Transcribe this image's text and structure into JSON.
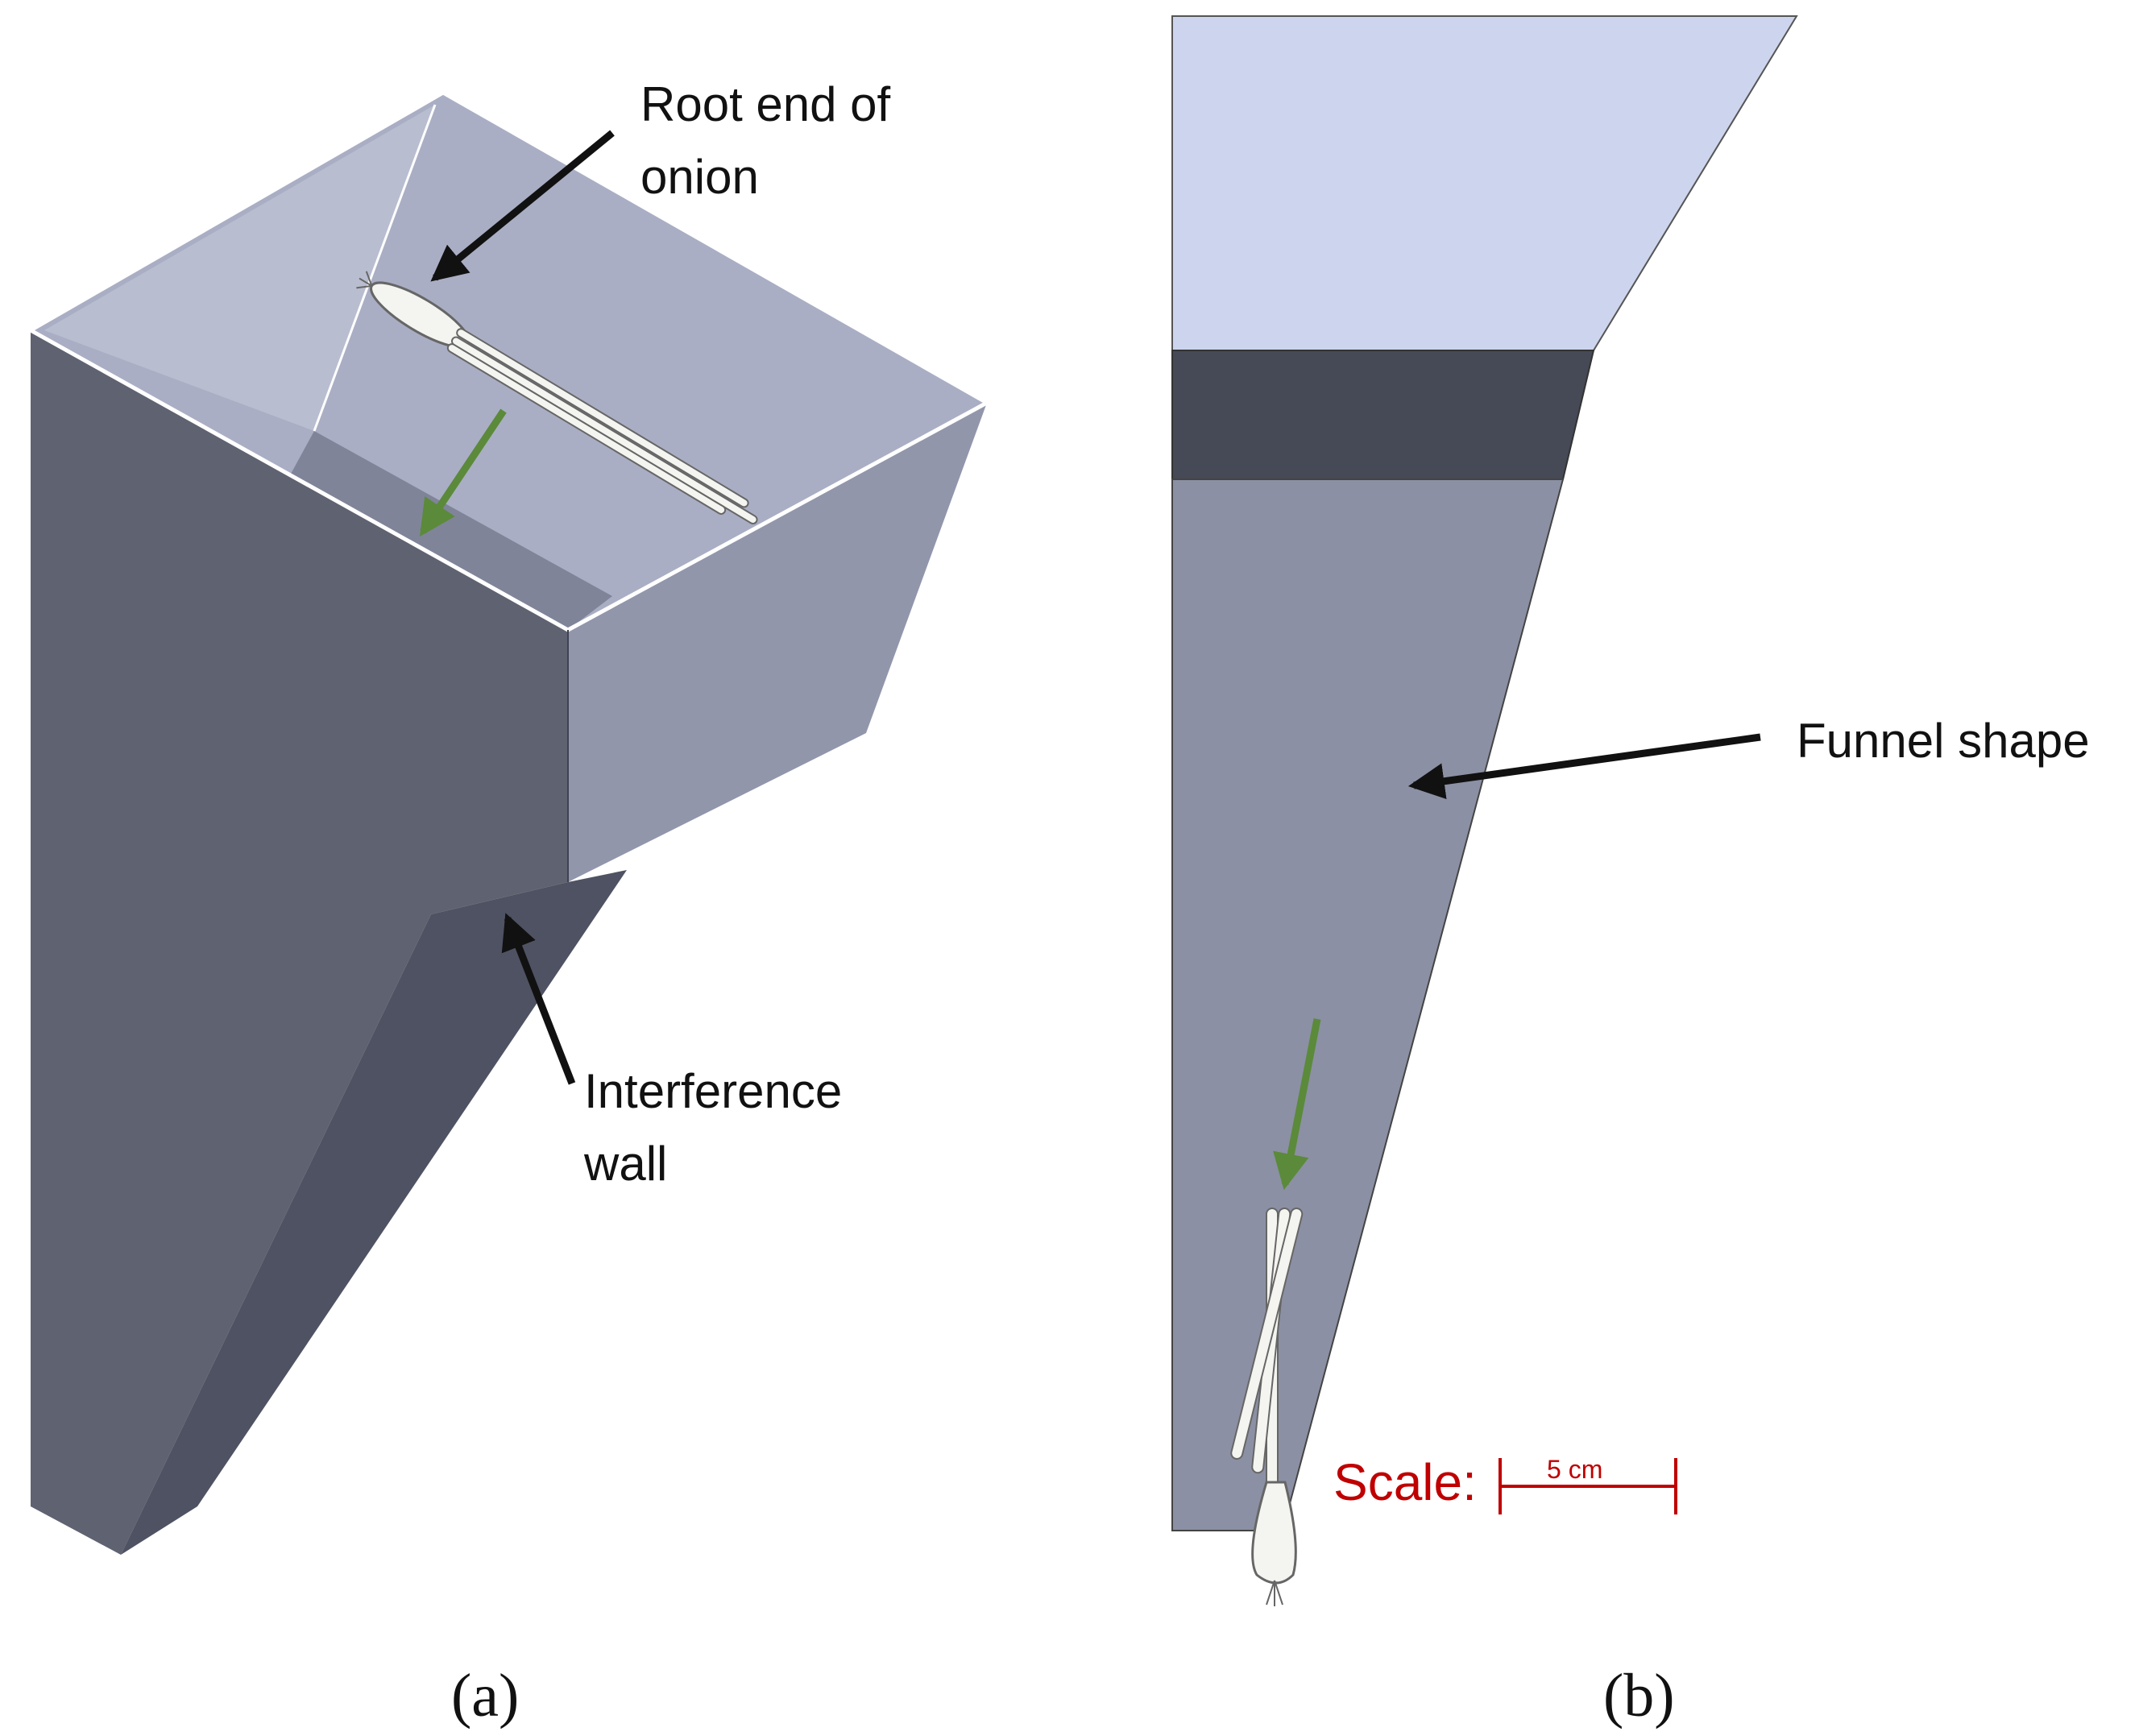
{
  "panel_a": {
    "caption": "(a)",
    "label_root_line1": "Root end of",
    "label_root_line2": "onion",
    "label_wall_line1": "Interference",
    "label_wall_line2": "wall"
  },
  "panel_b": {
    "caption": "(b)",
    "label_funnel": "Funnel shape",
    "scale_label": "Scale:",
    "scale_value": "5 cm"
  },
  "colors": {
    "hopper_top": "#cdd5ee",
    "band": "#464956",
    "funnel_body": "#8b90a4",
    "box_dark": "#5f6270",
    "box_light": "#9196ab",
    "inner": "#a9aec4",
    "arrow_green": "#5b8a3a",
    "scale_red": "#c00000"
  },
  "icons": [
    "onion-icon",
    "black-arrow-icon",
    "green-direction-arrow-icon"
  ]
}
